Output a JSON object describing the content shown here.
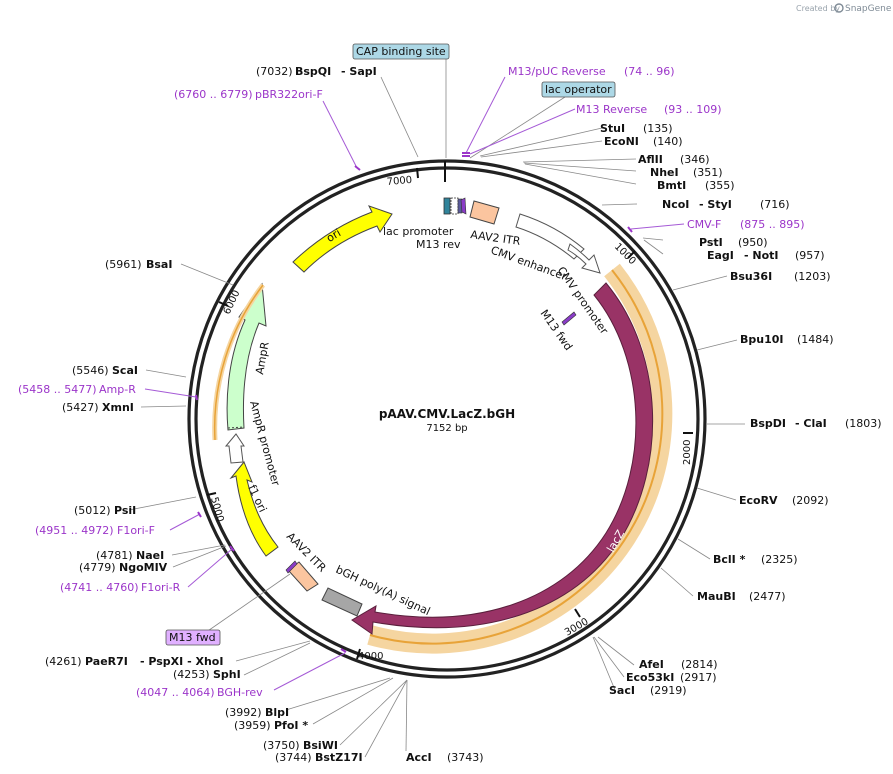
{
  "brand": {
    "created_by": "Created by",
    "name": "SnapGene"
  },
  "plasmid": {
    "name": "pAAV.CMV.LacZ.bGH",
    "size": "7152 bp"
  },
  "ruler_ticks": [
    "1000",
    "2000",
    "3000",
    "4000",
    "5000",
    "6000",
    "7000"
  ],
  "features": [
    {
      "label": "ori",
      "color": "#ffff00"
    },
    {
      "label": "lac promoter"
    },
    {
      "label": "M13 rev"
    },
    {
      "label": "AAV2 ITR"
    },
    {
      "label": "CMV enhancer"
    },
    {
      "label": "CMV promoter"
    },
    {
      "label": "M13 fwd"
    },
    {
      "label": "lacZ",
      "color": "#993366"
    },
    {
      "label": "bGH poly(A) signal"
    },
    {
      "label": "AAV2 ITR"
    },
    {
      "label": "f1 ori",
      "color": "#ffff00"
    },
    {
      "label": "AmpR promoter"
    },
    {
      "label": "AmpR",
      "color": "#ccffcc"
    }
  ],
  "boxed_labels": [
    "CAP binding site",
    "lac operator",
    "M13 fwd"
  ],
  "site_labels": [
    {
      "pos": "(7032)",
      "name": "BspQI",
      "extra": "- SapI"
    },
    {
      "pos": "(6760 .. 6779)",
      "name": "pBR322ori-F",
      "primer": true
    },
    {
      "name": "M13/pUC Reverse",
      "pos": "(74 .. 96)",
      "primer": true
    },
    {
      "name": "M13 Reverse",
      "pos": "(93 .. 109)",
      "primer": true
    },
    {
      "name": "StuI",
      "pos": "(135)"
    },
    {
      "name": "EcoNI",
      "pos": "(140)"
    },
    {
      "name": "AflII",
      "pos": "(346)"
    },
    {
      "name": "NheI",
      "pos": "(351)"
    },
    {
      "name": "BmtI",
      "pos": "(355)"
    },
    {
      "name": "NcoI",
      "extra": "- StyI",
      "pos": "(716)"
    },
    {
      "name": "CMV-F",
      "pos": "(875 .. 895)",
      "primer": true
    },
    {
      "name": "PstI",
      "pos": "(950)"
    },
    {
      "name": "EagI",
      "extra": "- NotI",
      "pos": "(957)"
    },
    {
      "name": "Bsu36I",
      "pos": "(1203)"
    },
    {
      "name": "Bpu10I",
      "pos": "(1484)"
    },
    {
      "name": "BspDI",
      "extra": "- ClaI",
      "pos": "(1803)"
    },
    {
      "name": "EcoRV",
      "pos": "(2092)"
    },
    {
      "name": "BclI *",
      "pos": "(2325)"
    },
    {
      "name": "MauBI",
      "pos": "(2477)"
    },
    {
      "name": "AfeI",
      "pos": "(2814)"
    },
    {
      "name": "Eco53kI",
      "pos": "(2917)"
    },
    {
      "name": "SacI",
      "pos": "(2919)"
    },
    {
      "pos": "(5961)",
      "name": "BsaI"
    },
    {
      "pos": "(5546)",
      "name": "ScaI"
    },
    {
      "pos": "(5458 .. 5477)",
      "name": "Amp-R",
      "primer": true
    },
    {
      "pos": "(5427)",
      "name": "XmnI"
    },
    {
      "pos": "(5012)",
      "name": "PsiI"
    },
    {
      "pos": "(4951 .. 4972)",
      "name": "F1ori-F",
      "primer": true
    },
    {
      "pos": "(4781)",
      "name": "NaeI"
    },
    {
      "pos": "(4779)",
      "name": "NgoMIV"
    },
    {
      "pos": "(4741 .. 4760)",
      "name": "F1ori-R",
      "primer": true
    },
    {
      "pos": "(4261)",
      "name": "PaeR7I",
      "extra": "- PspXI   - XhoI"
    },
    {
      "pos": "(4253)",
      "name": "SphI"
    },
    {
      "pos": "(4047 .. 4064)",
      "name": "BGH-rev",
      "primer": true
    },
    {
      "pos": "(3992)",
      "name": "BlpI"
    },
    {
      "pos": "(3959)",
      "name": "PfoI *"
    },
    {
      "pos": "(3750)",
      "name": "BsiWI"
    },
    {
      "pos": "(3744)",
      "name": "BstZ17I"
    },
    {
      "name": "AccI",
      "pos": "(3743)"
    }
  ]
}
